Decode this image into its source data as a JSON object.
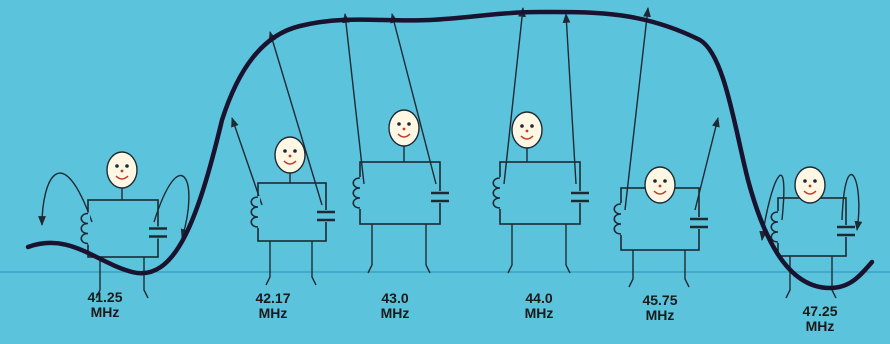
{
  "colors": {
    "background": "#5cc3dc",
    "curve": "#1a1330",
    "baseline": "#3aa3c3",
    "face": "#fdf7e4",
    "ink": "#1e2a33",
    "smile": "#c0392b"
  },
  "tuned_circuits": [
    {
      "label": "41.25",
      "unit": "MHz"
    },
    {
      "label": "42.17",
      "unit": "MHz"
    },
    {
      "label": "43.0",
      "unit": "MHz"
    },
    {
      "label": "44.0",
      "unit": "MHz"
    },
    {
      "label": "45.75",
      "unit": "MHz"
    },
    {
      "label": "47.25",
      "unit": "MHz"
    }
  ]
}
